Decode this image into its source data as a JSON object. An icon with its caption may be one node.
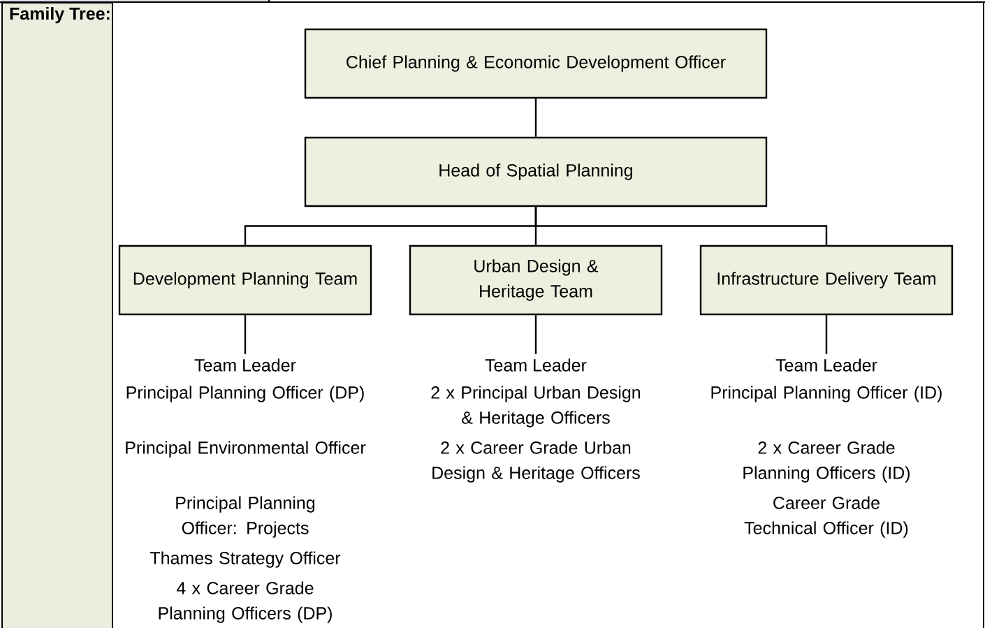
{
  "diagram": {
    "nodes": [
      {
        "text": [
          "Family Tree:"
        ]
      },
      {
        "text": [
          "Chief Planning & Economic Development Officer"
        ]
      },
      {
        "text": [
          "Head of Spatial Planning"
        ]
      },
      {
        "text": [
          "Development Planning Team"
        ]
      },
      {
        "text": [
          "Urban Design & Heritage Team"
        ]
      },
      {
        "text": [
          "Infrastructure Delivery Team"
        ]
      },
      {
        "text": [
          "Team Leader"
        ]
      },
      {
        "text": [
          "Team Leader"
        ]
      },
      {
        "text": [
          "Team Leader"
        ]
      }
    ],
    "edges": [
      {
        "from": 1,
        "to": 2,
        "arrow": "none"
      },
      {
        "from": 2,
        "to": 3,
        "arrow": "none"
      },
      {
        "from": 2,
        "to": 4,
        "arrow": "none"
      },
      {
        "from": 2,
        "to": 5,
        "arrow": "none"
      },
      {
        "from": 3,
        "to": 6,
        "arrow": "none"
      },
      {
        "from": 4,
        "to": 7,
        "arrow": "none"
      },
      {
        "from": 5,
        "to": 8,
        "arrow": "none"
      }
    ],
    "labels": [
      "Principal Planning Officer (DP)",
      "2 x Principal Urban Design & Heritage Officers",
      "Principal Planning Officer (ID)",
      "Principal Environmental Officer",
      "2 x Career Grade Urban Design & Heritage Officers",
      "2 x Career Grade Planning Officers (ID)",
      "Principal Planning Officer: Projects",
      "Career Grade Technical Officer (ID)",
      "Thames Strategy Officer",
      "4 x Career Grade Planning Officers (DP)"
    ]
  }
}
